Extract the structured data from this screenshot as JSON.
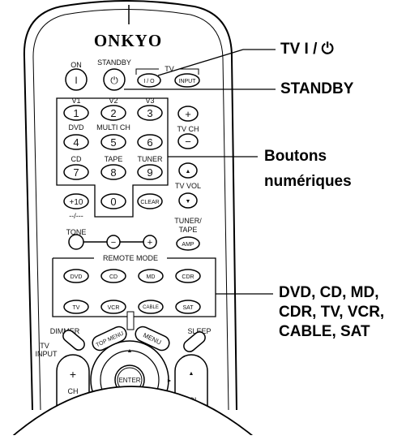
{
  "brand": "ONKYO",
  "labels": {
    "on": "ON",
    "standby": "STANDBY",
    "tv": "TV",
    "io": "I / O",
    "input": "INPUT",
    "v1": "V1",
    "v2": "V2",
    "v3": "V3",
    "dvd": "DVD",
    "multich": "MULTI CH",
    "cd": "CD",
    "tape": "TAPE",
    "tuner": "TUNER",
    "tvch": "TV CH",
    "tvvol": "TV VOL",
    "plus10": "+10",
    "dashes": "--/---",
    "zero": "0",
    "clear": "CLEAR",
    "tone": "TONE",
    "tuner_tape": "TUNER/",
    "tuner_tape2": "TAPE",
    "amp": "AMP",
    "remote_mode": "REMOTE MODE",
    "dimmer": "DIMMER",
    "sleep": "SLEEP",
    "tvinput1": "TV",
    "tvinput2": "INPUT",
    "topmenu": "TOP MENU",
    "menu": "MENU",
    "enter": "ENTER",
    "vol": "VOL",
    "ch": "CH",
    "plus": "+",
    "minus": "−"
  },
  "numbers": [
    "1",
    "2",
    "3",
    "4",
    "5",
    "6",
    "7",
    "8",
    "9"
  ],
  "modes": [
    "DVD",
    "CD",
    "MD",
    "CDR",
    "TV",
    "VCR",
    "CABLE",
    "SAT"
  ],
  "callouts": {
    "tv_power": "TV  I / ⏻",
    "standby": "STANDBY",
    "numeric_1": "Boutons",
    "numeric_2": "numériques",
    "modes_1": "DVD, CD, MD,",
    "modes_2": "CDR, TV, VCR,",
    "modes_3": "CABLE, SAT"
  }
}
